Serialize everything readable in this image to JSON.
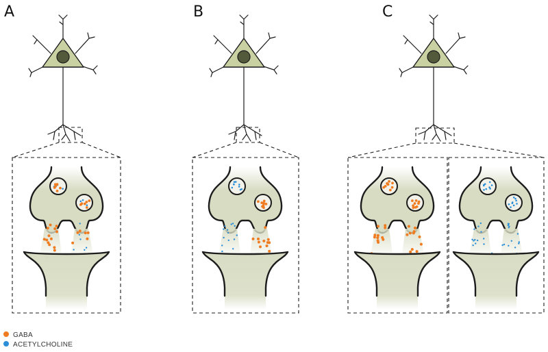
{
  "panels": [
    {
      "letter": "A",
      "boxes": [
        {
          "vesicles": [
            "mixed",
            "mixed"
          ],
          "cleft_left": "gaba",
          "cleft_right": "mixed"
        }
      ]
    },
    {
      "letter": "B",
      "boxes": [
        {
          "vesicles": [
            "ach",
            "gaba"
          ],
          "cleft_left": "ach",
          "cleft_right": "gaba"
        }
      ]
    },
    {
      "letter": "C",
      "boxes": [
        {
          "vesicles": [
            "gaba",
            "gaba"
          ],
          "cleft_left": "gaba",
          "cleft_right": "gaba"
        },
        {
          "vesicles": [
            "ach",
            "ach"
          ],
          "cleft_left": "ach",
          "cleft_right": "ach"
        }
      ]
    }
  ],
  "legend": [
    {
      "label": "GABA",
      "color": "#f07c22"
    },
    {
      "label": "ACETYLCHOLINE",
      "color": "#2a8fd8"
    }
  ],
  "colors": {
    "fill": "#d8dcc3",
    "soma": "#c9d0a2",
    "nucleus": "#535a3c",
    "stroke": "#1c1c1c"
  }
}
